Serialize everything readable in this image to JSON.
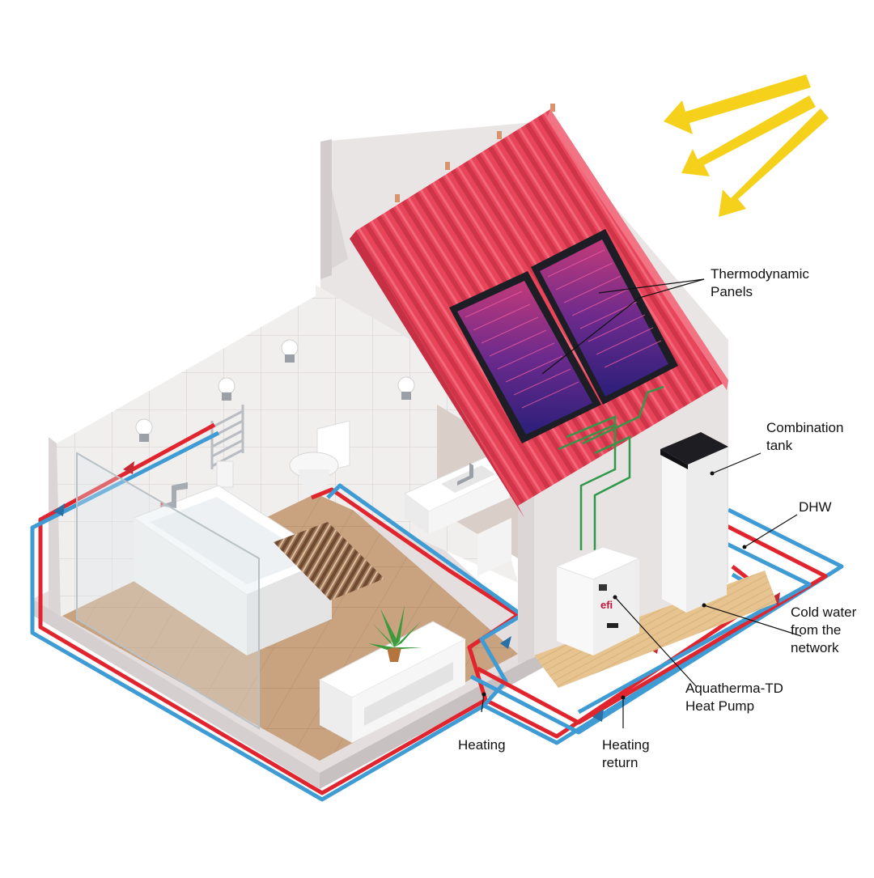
{
  "labels": {
    "panels": "Thermodynamic\nPanels",
    "tank": "Combination\ntank",
    "dhw": "DHW",
    "cold_water": "Cold water\nfrom the\nnetwork",
    "heat_pump": "Aquatherma-TD\nHeat Pump",
    "heating": "Heating",
    "heating_return": "Heating\nreturn"
  },
  "brand_logo_text": "efi",
  "colors": {
    "hot_pipe": "#e1252e",
    "cold_pipe": "#3f9bd4",
    "solar_line": "#2e9a49",
    "roof": "#e8455a",
    "roof_shade": "#c72f44",
    "sun_arrow": "#f6d11c",
    "floor": "#c8a27f",
    "wall": "#e7e3e3",
    "panel_frame": "#1d1d26",
    "panel_glow": "#8a2a8e"
  },
  "icons": {
    "sun": "sun-ray-arrows-icon",
    "plant": "potted-plant-icon"
  }
}
